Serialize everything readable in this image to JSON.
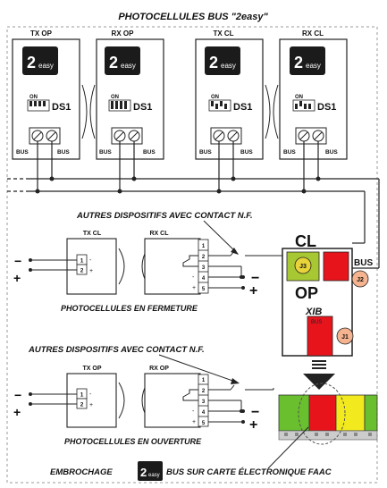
{
  "header": {
    "title": "PHOTOCELLULES BUS  \"2easy\""
  },
  "photocells": [
    {
      "label": "TX OP",
      "logo": "2easy",
      "switch_label": "ON",
      "switch_name": "DS1",
      "terminals": [
        "BUS",
        "BUS"
      ]
    },
    {
      "label": "RX OP",
      "logo": "2easy",
      "switch_label": "ON",
      "switch_name": "DS1",
      "terminals": [
        "BUS",
        "BUS"
      ]
    },
    {
      "label": "TX CL",
      "logo": "2easy",
      "switch_label": "ON",
      "switch_name": "DS1",
      "terminals": [
        "BUS",
        "BUS"
      ]
    },
    {
      "label": "RX CL",
      "logo": "2easy",
      "switch_label": "ON",
      "switch_name": "DS1",
      "terminals": [
        "BUS",
        "BUS"
      ]
    }
  ],
  "closing_section": {
    "note": "AUTRES DISPOSITIFS AVEC CONTACT N.F.",
    "tx_label": "TX CL",
    "rx_label": "RX CL",
    "tx_terminals": [
      "1",
      "2"
    ],
    "rx_terminals": [
      "1",
      "2",
      "3",
      "4",
      "5"
    ],
    "caption": "PHOTOCELLULES EN FERMETURE",
    "minus": "−",
    "plus": "+"
  },
  "opening_section": {
    "note": "AUTRES DISPOSITIFS AVEC CONTACT N.F.",
    "tx_label": "TX OP",
    "rx_label": "RX OP",
    "tx_terminals": [
      "1",
      "2"
    ],
    "rx_terminals": [
      "1",
      "2",
      "3",
      "4",
      "5"
    ],
    "caption": "PHOTOCELLULES EN OUVERTURE",
    "minus": "−",
    "plus": "+"
  },
  "board": {
    "cl_label": "CL",
    "op_label": "OP",
    "model": "XIB",
    "bus_label": "BUS",
    "inner_bus_label": "BUS",
    "connectors": [
      "J3",
      "J2",
      "J1"
    ]
  },
  "footer": {
    "text_before": "EMBROCHAGE",
    "logo": "2easy",
    "text_after": "BUS SUR CARTE ÉLECTRONIQUE FAAC"
  },
  "colors": {
    "accent_red": "#e8141c",
    "accent_green": "#6abf2e",
    "accent_yellow": "#f2ea1e",
    "badge": "#f5b48f",
    "board_yellow": "#e8d33a"
  }
}
